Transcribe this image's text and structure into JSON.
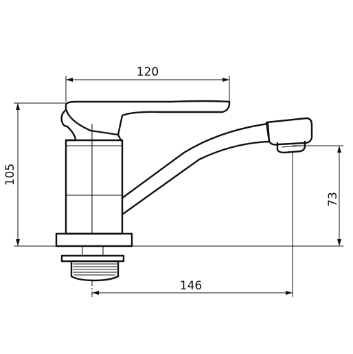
{
  "drawing": {
    "line_color": "#111111",
    "background": "#ffffff",
    "dimensions": {
      "top_width": "120",
      "total_height": "105",
      "spout_height": "73",
      "spout_reach": "146"
    }
  }
}
